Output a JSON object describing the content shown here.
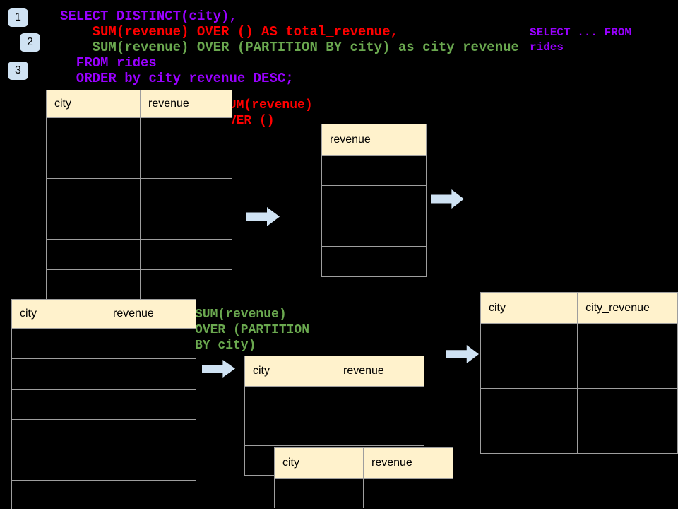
{
  "colors": {
    "purple": "#9900FF",
    "red": "#FF0000",
    "green": "#6AA84F",
    "cream": "#FFF2CC",
    "border": "#9E9E9E",
    "arrow": "#CFE2F3",
    "badge": "#CFE2F3"
  },
  "badges": [
    {
      "label": "1"
    },
    {
      "label": "2"
    },
    {
      "label": "3"
    }
  ],
  "sql": {
    "lines": [
      {
        "text": "SELECT DISTINCT(city),",
        "color": "purple"
      },
      {
        "text": "    SUM(revenue) OVER () AS total_revenue,",
        "color": "red"
      },
      {
        "text": "    SUM(revenue) OVER (PARTITION BY city) as city_revenue",
        "color": "green"
      },
      {
        "text": "  FROM rides",
        "color": "purple"
      },
      {
        "text": "  ORDER by city_revenue DESC;",
        "color": "purple"
      }
    ]
  },
  "side_note": {
    "lines": [
      {
        "text": "SELECT ... FROM",
        "color": "purple"
      },
      {
        "text": "rides",
        "color": "purple"
      }
    ]
  },
  "annotations": {
    "total": {
      "lines": [
        {
          "text": "SUM(revenue)",
          "color": "red"
        },
        {
          "text": "OVER ()",
          "color": "red"
        }
      ]
    },
    "partition": {
      "lines": [
        {
          "text": "SUM(revenue)",
          "color": "green"
        },
        {
          "text": "OVER (PARTITION",
          "color": "green"
        },
        {
          "text": "BY city)",
          "color": "green"
        }
      ]
    }
  },
  "tables": [
    {
      "id": "source-top",
      "headers": [
        "city",
        "revenue"
      ],
      "rows": 6
    },
    {
      "id": "total-revenue",
      "headers": [
        "revenue"
      ],
      "rows": 4
    },
    {
      "id": "source-bottom",
      "headers": [
        "city",
        "revenue"
      ],
      "rows": 6
    },
    {
      "id": "partition-inner",
      "headers": [
        "city",
        "revenue"
      ],
      "rows": 3
    },
    {
      "id": "partition-overlay",
      "headers": [
        "city",
        "revenue"
      ],
      "rows": 1
    },
    {
      "id": "result",
      "headers": [
        "city",
        "city_revenue"
      ],
      "rows": 4
    }
  ]
}
